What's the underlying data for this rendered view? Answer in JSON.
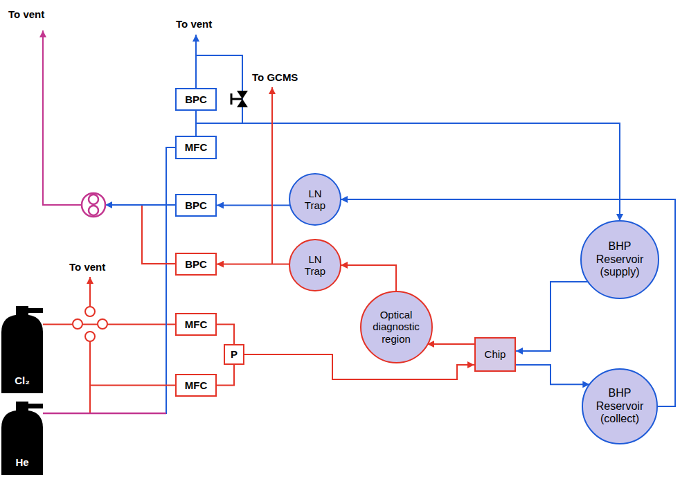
{
  "diagram": {
    "nodes": [
      {
        "text": [
          "BPC"
        ]
      },
      {
        "text": [
          "MFC"
        ]
      },
      {
        "text": [
          "LN Trap"
        ]
      },
      {
        "text": [
          "BPC"
        ]
      },
      {
        "text": [
          "LN Trap"
        ]
      },
      {
        "text": [
          "BPC"
        ]
      },
      {
        "text": [
          "BHP Reservoir (supply)"
        ]
      },
      {
        "text": [
          "MFC"
        ]
      },
      {
        "text": [
          "Optical diagnostic region"
        ]
      },
      {
        "text": [
          "P"
        ]
      },
      {
        "text": [
          "Chip"
        ]
      },
      {
        "text": [
          "MFC"
        ]
      },
      {
        "text": [
          "BHP Reservoir (collect)"
        ]
      },
      {
        "text": [
          "Cl₂"
        ]
      },
      {
        "text": [
          "He"
        ]
      }
    ],
    "edges": [
      {
        "from": 1,
        "to": 0,
        "arrow": "none"
      },
      {
        "from": 1,
        "to": 6,
        "arrow": "to"
      },
      {
        "from": 6,
        "to": 10,
        "arrow": "to"
      },
      {
        "from": 10,
        "to": 12,
        "arrow": "to"
      },
      {
        "from": 12,
        "to": 2,
        "arrow": "to"
      },
      {
        "from": 2,
        "to": 3,
        "arrow": "to"
      },
      {
        "from": 10,
        "to": 8,
        "arrow": "to"
      },
      {
        "from": 8,
        "to": 4,
        "arrow": "to"
      },
      {
        "from": 4,
        "to": 5,
        "arrow": "to"
      },
      {
        "from": 13,
        "to": 7,
        "arrow": "none"
      },
      {
        "from": 14,
        "to": 1,
        "arrow": "none"
      },
      {
        "from": 14,
        "to": 11,
        "arrow": "none"
      },
      {
        "from": 7,
        "to": 9,
        "arrow": "none"
      },
      {
        "from": 11,
        "to": 9,
        "arrow": "none"
      },
      {
        "from": 9,
        "to": 10,
        "arrow": "to"
      }
    ],
    "labels": [
      "To vent",
      "To vent",
      "To GCMS",
      "To vent"
    ]
  }
}
